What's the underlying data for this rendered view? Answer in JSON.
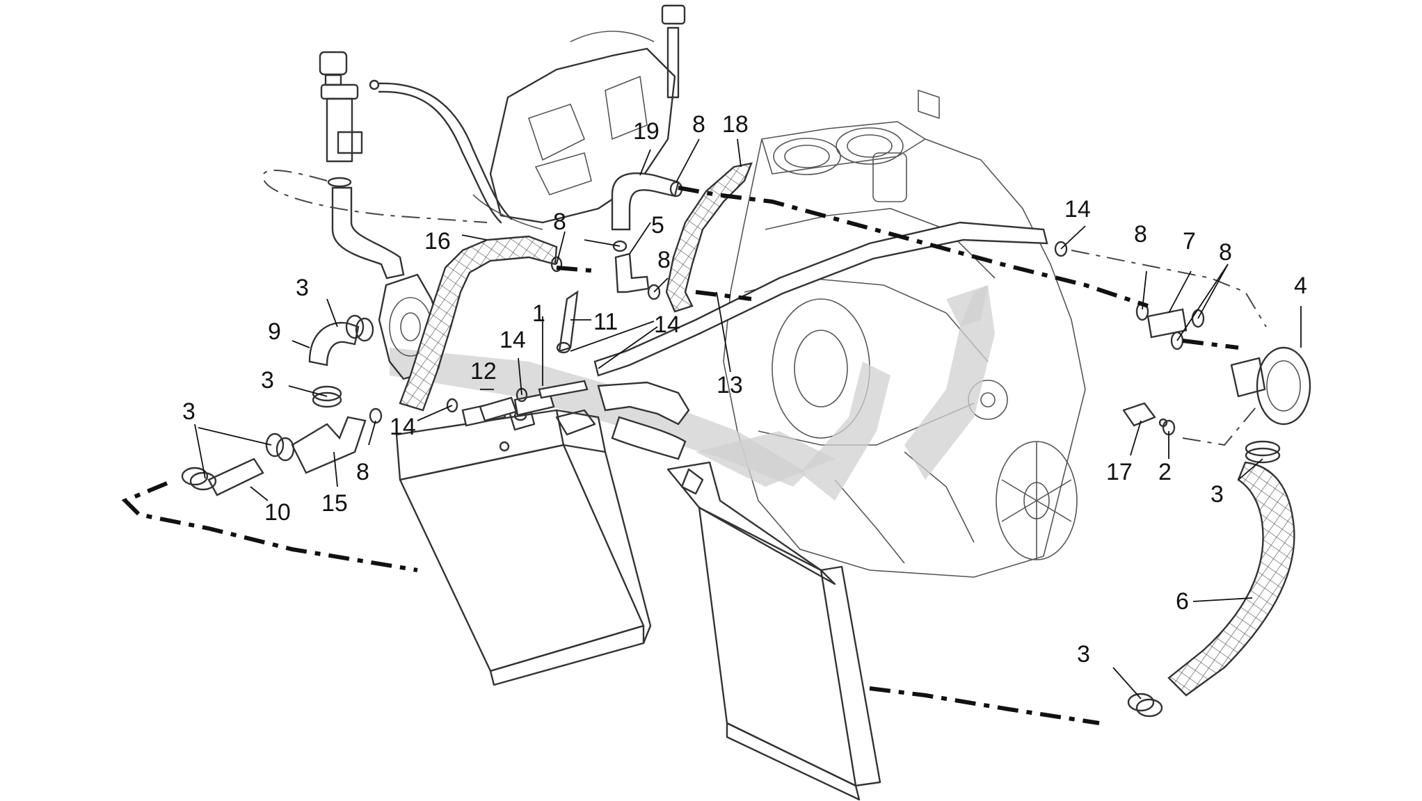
{
  "colors": {
    "line": "#333333",
    "label": "#111111",
    "flow_arrow": "#d0d0d0",
    "background": "#ffffff"
  },
  "callouts": [
    {
      "id": "c1",
      "text": "1"
    },
    {
      "id": "c2",
      "text": "2"
    },
    {
      "id": "c3a",
      "text": "3"
    },
    {
      "id": "c3b",
      "text": "3"
    },
    {
      "id": "c3c",
      "text": "3"
    },
    {
      "id": "c3d",
      "text": "3"
    },
    {
      "id": "c3e",
      "text": "3"
    },
    {
      "id": "c4",
      "text": "4"
    },
    {
      "id": "c5",
      "text": "5"
    },
    {
      "id": "c6",
      "text": "6"
    },
    {
      "id": "c7",
      "text": "7"
    },
    {
      "id": "c8a",
      "text": "8"
    },
    {
      "id": "c8b",
      "text": "8"
    },
    {
      "id": "c8c",
      "text": "8"
    },
    {
      "id": "c8d",
      "text": "8"
    },
    {
      "id": "c8e",
      "text": "8"
    },
    {
      "id": "c8f",
      "text": "8"
    },
    {
      "id": "c9",
      "text": "9"
    },
    {
      "id": "c10",
      "text": "10"
    },
    {
      "id": "c11",
      "text": "11"
    },
    {
      "id": "c12",
      "text": "12"
    },
    {
      "id": "c13",
      "text": "13"
    },
    {
      "id": "c14a",
      "text": "14"
    },
    {
      "id": "c14b",
      "text": "14"
    },
    {
      "id": "c14c",
      "text": "14"
    },
    {
      "id": "c14d",
      "text": "14"
    },
    {
      "id": "c15",
      "text": "15"
    },
    {
      "id": "c16",
      "text": "16"
    },
    {
      "id": "c17",
      "text": "17"
    },
    {
      "id": "c18",
      "text": "18"
    },
    {
      "id": "c19",
      "text": "19"
    }
  ]
}
